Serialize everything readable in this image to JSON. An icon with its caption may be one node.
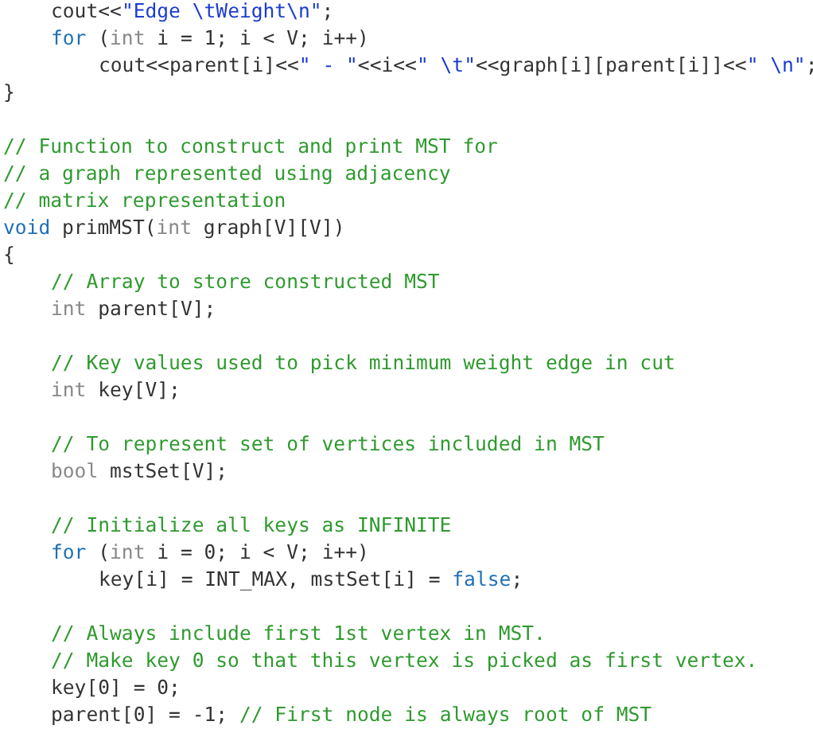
{
  "diagram": {
    "labels": [
      "cout<<\"Edge \\tWeight\\n\";",
      "for (int i = 1; i < V; i++)",
      "cout<<parent[i]<<\" - \"<<i<<\" \\t\"<<graph[i][parent[i]]<<\" \\n\";",
      "}",
      "// Function to construct and print MST for",
      "// a graph represented using adjacency",
      "// matrix representation",
      "void primMST(int graph[V][V])",
      "{",
      "// Array to store constructed MST",
      "int parent[V];",
      "// Key values used to pick minimum weight edge in cut",
      "int key[V];",
      "// To represent set of vertices included in MST",
      "bool mstSet[V];",
      "// Initialize all keys as INFINITE",
      "for (int i = 0; i < V; i++)",
      "key[i] = INT_MAX, mstSet[i] = false;",
      "// Always include first 1st vertex in MST.",
      "// Make key 0 so that this vertex is picked as first vertex.",
      "key[0] = 0;",
      "parent[0] = -1; // First node is always root of MST"
    ]
  }
}
